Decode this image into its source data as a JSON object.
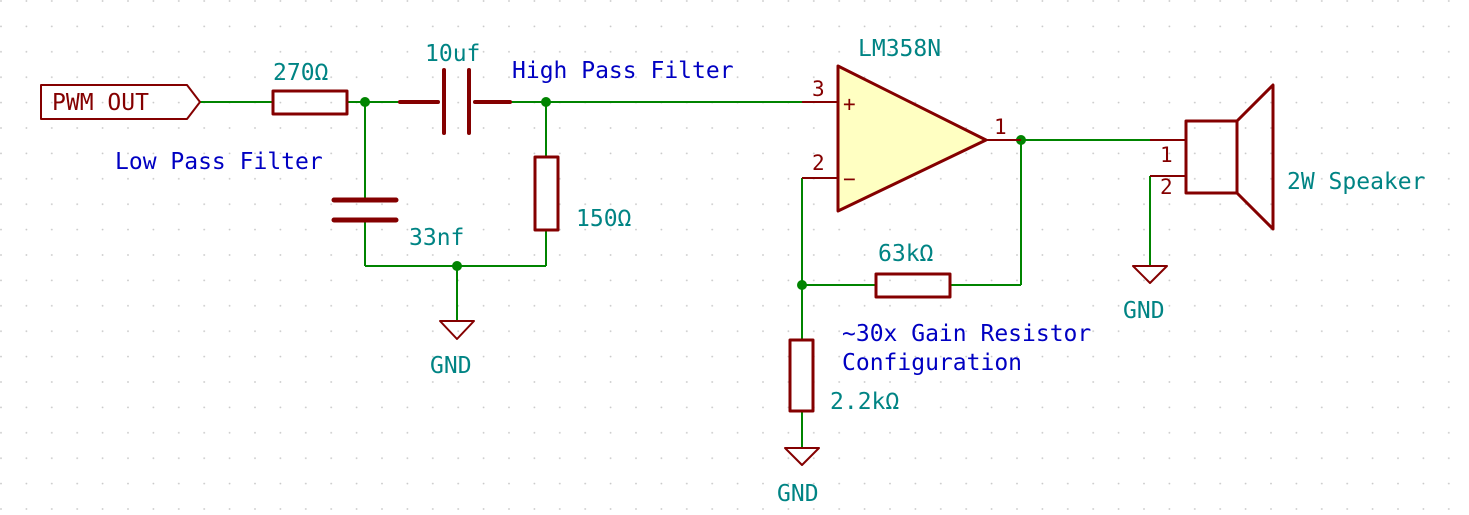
{
  "colors": {
    "background": "#ffffff",
    "grid": "#c6c6c6",
    "wire": "#008400",
    "symbol": "#840000",
    "symbol_fill": "#ffffc2",
    "value_text": "#008484",
    "label_text": "#0000c2",
    "pin_text": "#840000",
    "junction": "#008400"
  },
  "labels": {
    "pwm_out": "PWM OUT",
    "low_pass": "Low Pass Filter",
    "high_pass": "High Pass Filter",
    "gain_line1": "~30x Gain Resistor",
    "gain_line2": "Configuration"
  },
  "components": {
    "r1_value": "270Ω",
    "c1_value": "10uf",
    "c2_value": "33nf",
    "r2_value": "150Ω",
    "opamp_value": "LM358N",
    "r3_value": "63kΩ",
    "r4_value": "2.2kΩ",
    "speaker_value": "2W Speaker"
  },
  "pins": {
    "opamp_in_plus": "3",
    "opamp_in_minus": "2",
    "opamp_out": "1",
    "speaker_1": "1",
    "speaker_2": "2",
    "plus_sign": "+",
    "minus_sign": "−"
  },
  "power": {
    "gnd_1": "GND",
    "gnd_2": "GND",
    "gnd_3": "GND"
  }
}
